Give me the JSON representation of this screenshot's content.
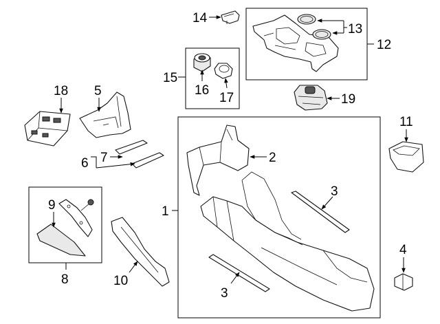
{
  "callouts": {
    "c1": "1",
    "c2": "2",
    "c3a": "3",
    "c3b": "3",
    "c4": "4",
    "c5": "5",
    "c6": "6",
    "c7": "7",
    "c8": "8",
    "c9": "9",
    "c10": "10",
    "c11": "11",
    "c12": "12",
    "c13": "13",
    "c14": "14",
    "c15": "15",
    "c16": "16",
    "c17": "17",
    "c18": "18",
    "c19": "19"
  }
}
